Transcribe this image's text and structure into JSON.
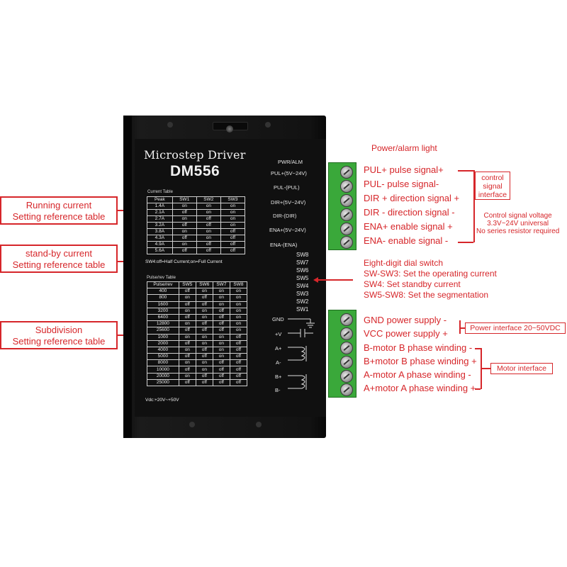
{
  "left_callouts": [
    {
      "line1": "Running current",
      "line2": "Setting reference table"
    },
    {
      "line1": "stand-by current",
      "line2": "Setting reference table"
    },
    {
      "line1": "Subdivision",
      "line2": "Setting reference table"
    }
  ],
  "driver": {
    "title": "Microstep Driver",
    "model": "DM556",
    "current_table_caption": "Current Table",
    "current_table": {
      "headers": [
        "Peak",
        "SW1",
        "SW2",
        "SW3"
      ],
      "rows": [
        [
          "1.4A",
          "on",
          "on",
          "on"
        ],
        [
          "2.1A",
          "off",
          "on",
          "on"
        ],
        [
          "2.7A",
          "on",
          "off",
          "on"
        ],
        [
          "3.2A",
          "off",
          "off",
          "on"
        ],
        [
          "3.8A",
          "on",
          "on",
          "off"
        ],
        [
          "4.3A",
          "off",
          "on",
          "off"
        ],
        [
          "4.9A",
          "on",
          "off",
          "off"
        ],
        [
          "5.6A",
          "off",
          "off",
          "off"
        ]
      ]
    },
    "sw4_note": "SW4:off=Half Current;on=Full Current",
    "pulse_table_caption": "Pulse/rev Table",
    "pulse_table": {
      "headers": [
        "Pulse/rev",
        "SW5",
        "SW6",
        "SW7",
        "SW8"
      ],
      "rows": [
        [
          "400",
          "off",
          "on",
          "on",
          "on"
        ],
        [
          "800",
          "on",
          "off",
          "on",
          "on"
        ],
        [
          "1600",
          "off",
          "off",
          "on",
          "on"
        ],
        [
          "3200",
          "on",
          "on",
          "off",
          "on"
        ],
        [
          "6400",
          "off",
          "on",
          "off",
          "on"
        ],
        [
          "12800",
          "on",
          "off",
          "off",
          "on"
        ],
        [
          "25600",
          "off",
          "off",
          "off",
          "on"
        ],
        [
          "1000",
          "on",
          "on",
          "on",
          "off"
        ],
        [
          "2000",
          "off",
          "on",
          "on",
          "off"
        ],
        [
          "4000",
          "on",
          "off",
          "on",
          "off"
        ],
        [
          "5000",
          "off",
          "off",
          "on",
          "off"
        ],
        [
          "8000",
          "on",
          "on",
          "off",
          "off"
        ],
        [
          "10000",
          "off",
          "on",
          "off",
          "off"
        ],
        [
          "20000",
          "on",
          "off",
          "off",
          "off"
        ],
        [
          "25000",
          "off",
          "off",
          "off",
          "off"
        ]
      ]
    },
    "vdc": "Vdc:+20V~+50V",
    "pwr_alm": "PWR/ALM",
    "signal_terminals": [
      "PUL+(5V~24V)",
      "PUL-(PUL)",
      "DIR+(5V~24V)",
      "DIR-(DIR)",
      "ENA+(5V~24V)",
      "ENA-(ENA)"
    ],
    "switch_labels": [
      "SW8",
      "SW7",
      "SW6",
      "SW5",
      "SW4",
      "SW3",
      "SW2",
      "SW1"
    ],
    "power_terminals": [
      "GND",
      "+V",
      "A+",
      "A-",
      "B+",
      "B-"
    ]
  },
  "right": {
    "power_alarm": "Power/alarm light",
    "signals": [
      "PUL+ pulse signal+",
      "PUL- pulse signal-",
      "DIR + direction signal +",
      "DIR - direction signal -",
      "ENA+ enable signal +",
      "ENA- enable signal -"
    ],
    "control_box": {
      "line1": "control",
      "line2": "signal",
      "line3": "interface"
    },
    "voltage_note": {
      "line1": "Control signal voltage",
      "line2": "3.3V~24V universal",
      "line3": "No series resistor required"
    },
    "dial": [
      "Eight-digit dial switch",
      "SW-SW3: Set the operating current",
      "SW4: Set standby current",
      "SW5-SW8: Set the segmentation"
    ],
    "power_lines": [
      "GND power supply -",
      "VCC power supply +"
    ],
    "power_box": "Power interface 20~50VDC",
    "motor_lines": [
      "B-motor B phase winding -",
      "B+motor B phase winding +",
      "A-motor A phase winding -",
      "A+motor A phase winding +"
    ],
    "motor_box": "Motor interface"
  },
  "colors": {
    "accent_red": "#d6262a",
    "terminal_green": "#3aa83a",
    "housing": "#121212"
  }
}
